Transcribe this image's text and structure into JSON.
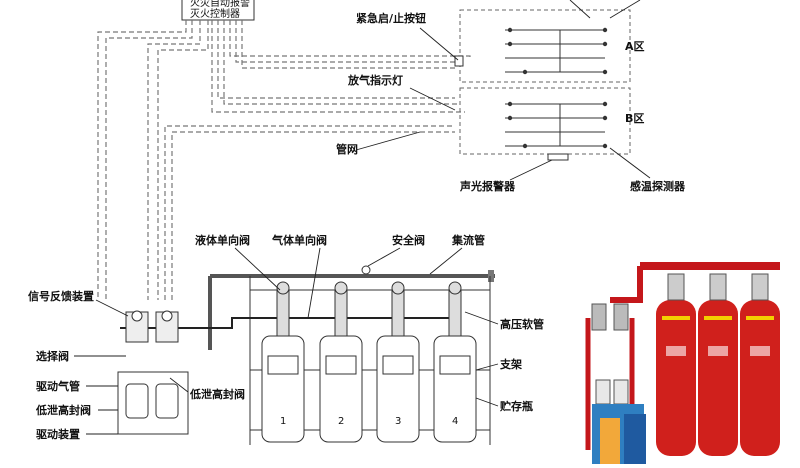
{
  "labels": {
    "controller": "灭火控制器",
    "controller_top": "火灾自动报警",
    "emergency_btn": "紧急启/止按钮",
    "discharge_lamp": "放气指示灯",
    "zone_a": "A区",
    "zone_b": "B区",
    "pipe_net": "管网",
    "sound_light_alarm": "声光报警器",
    "temp_detector": "感温探测器",
    "liquid_check_valve": "液体单向阀",
    "gas_check_valve": "气体单向阀",
    "safety_valve": "安全阀",
    "manifold": "集流管",
    "signal_feedback": "信号反馈装置",
    "selector_valve": "选择阀",
    "drive_gas_pipe": "驱动气管",
    "low_leak_high_seal_1": "低泄高封阀",
    "drive_device": "驱动装置",
    "low_leak_high_seal_2": "低泄高封阀",
    "high_pressure_hose": "高压软管",
    "bracket": "支架",
    "storage_bottle": "贮存瓶"
  },
  "cylinders": [
    {
      "number": "1"
    },
    {
      "number": "2"
    },
    {
      "number": "3"
    },
    {
      "number": "4"
    }
  ],
  "colors": {
    "cylinder_red": "#d0201c",
    "pipe_gray": "#888888",
    "line_dark": "#222222"
  }
}
